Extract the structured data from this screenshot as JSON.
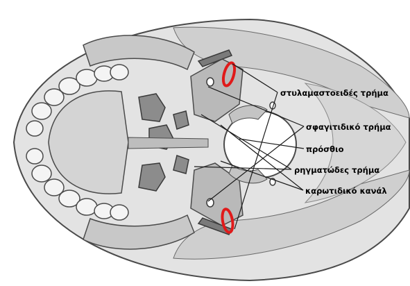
{
  "labels": {
    "stylomastoid": "στυλαμαστοειδές τρήμα",
    "jugular": "σφαγιτιδικό τρήμα",
    "anterior": "πρόσθιο",
    "lacerum": "ρηγματώδες τρήμα",
    "carotid": "καρωτιδικό κανάλ"
  },
  "colors": {
    "bone_light": "#e3e3e3",
    "bone_mid": "#c8c8c8",
    "bone_dark": "#8c8c8c",
    "outline": "#4a4a4a",
    "highlight": "#e01a1a"
  }
}
